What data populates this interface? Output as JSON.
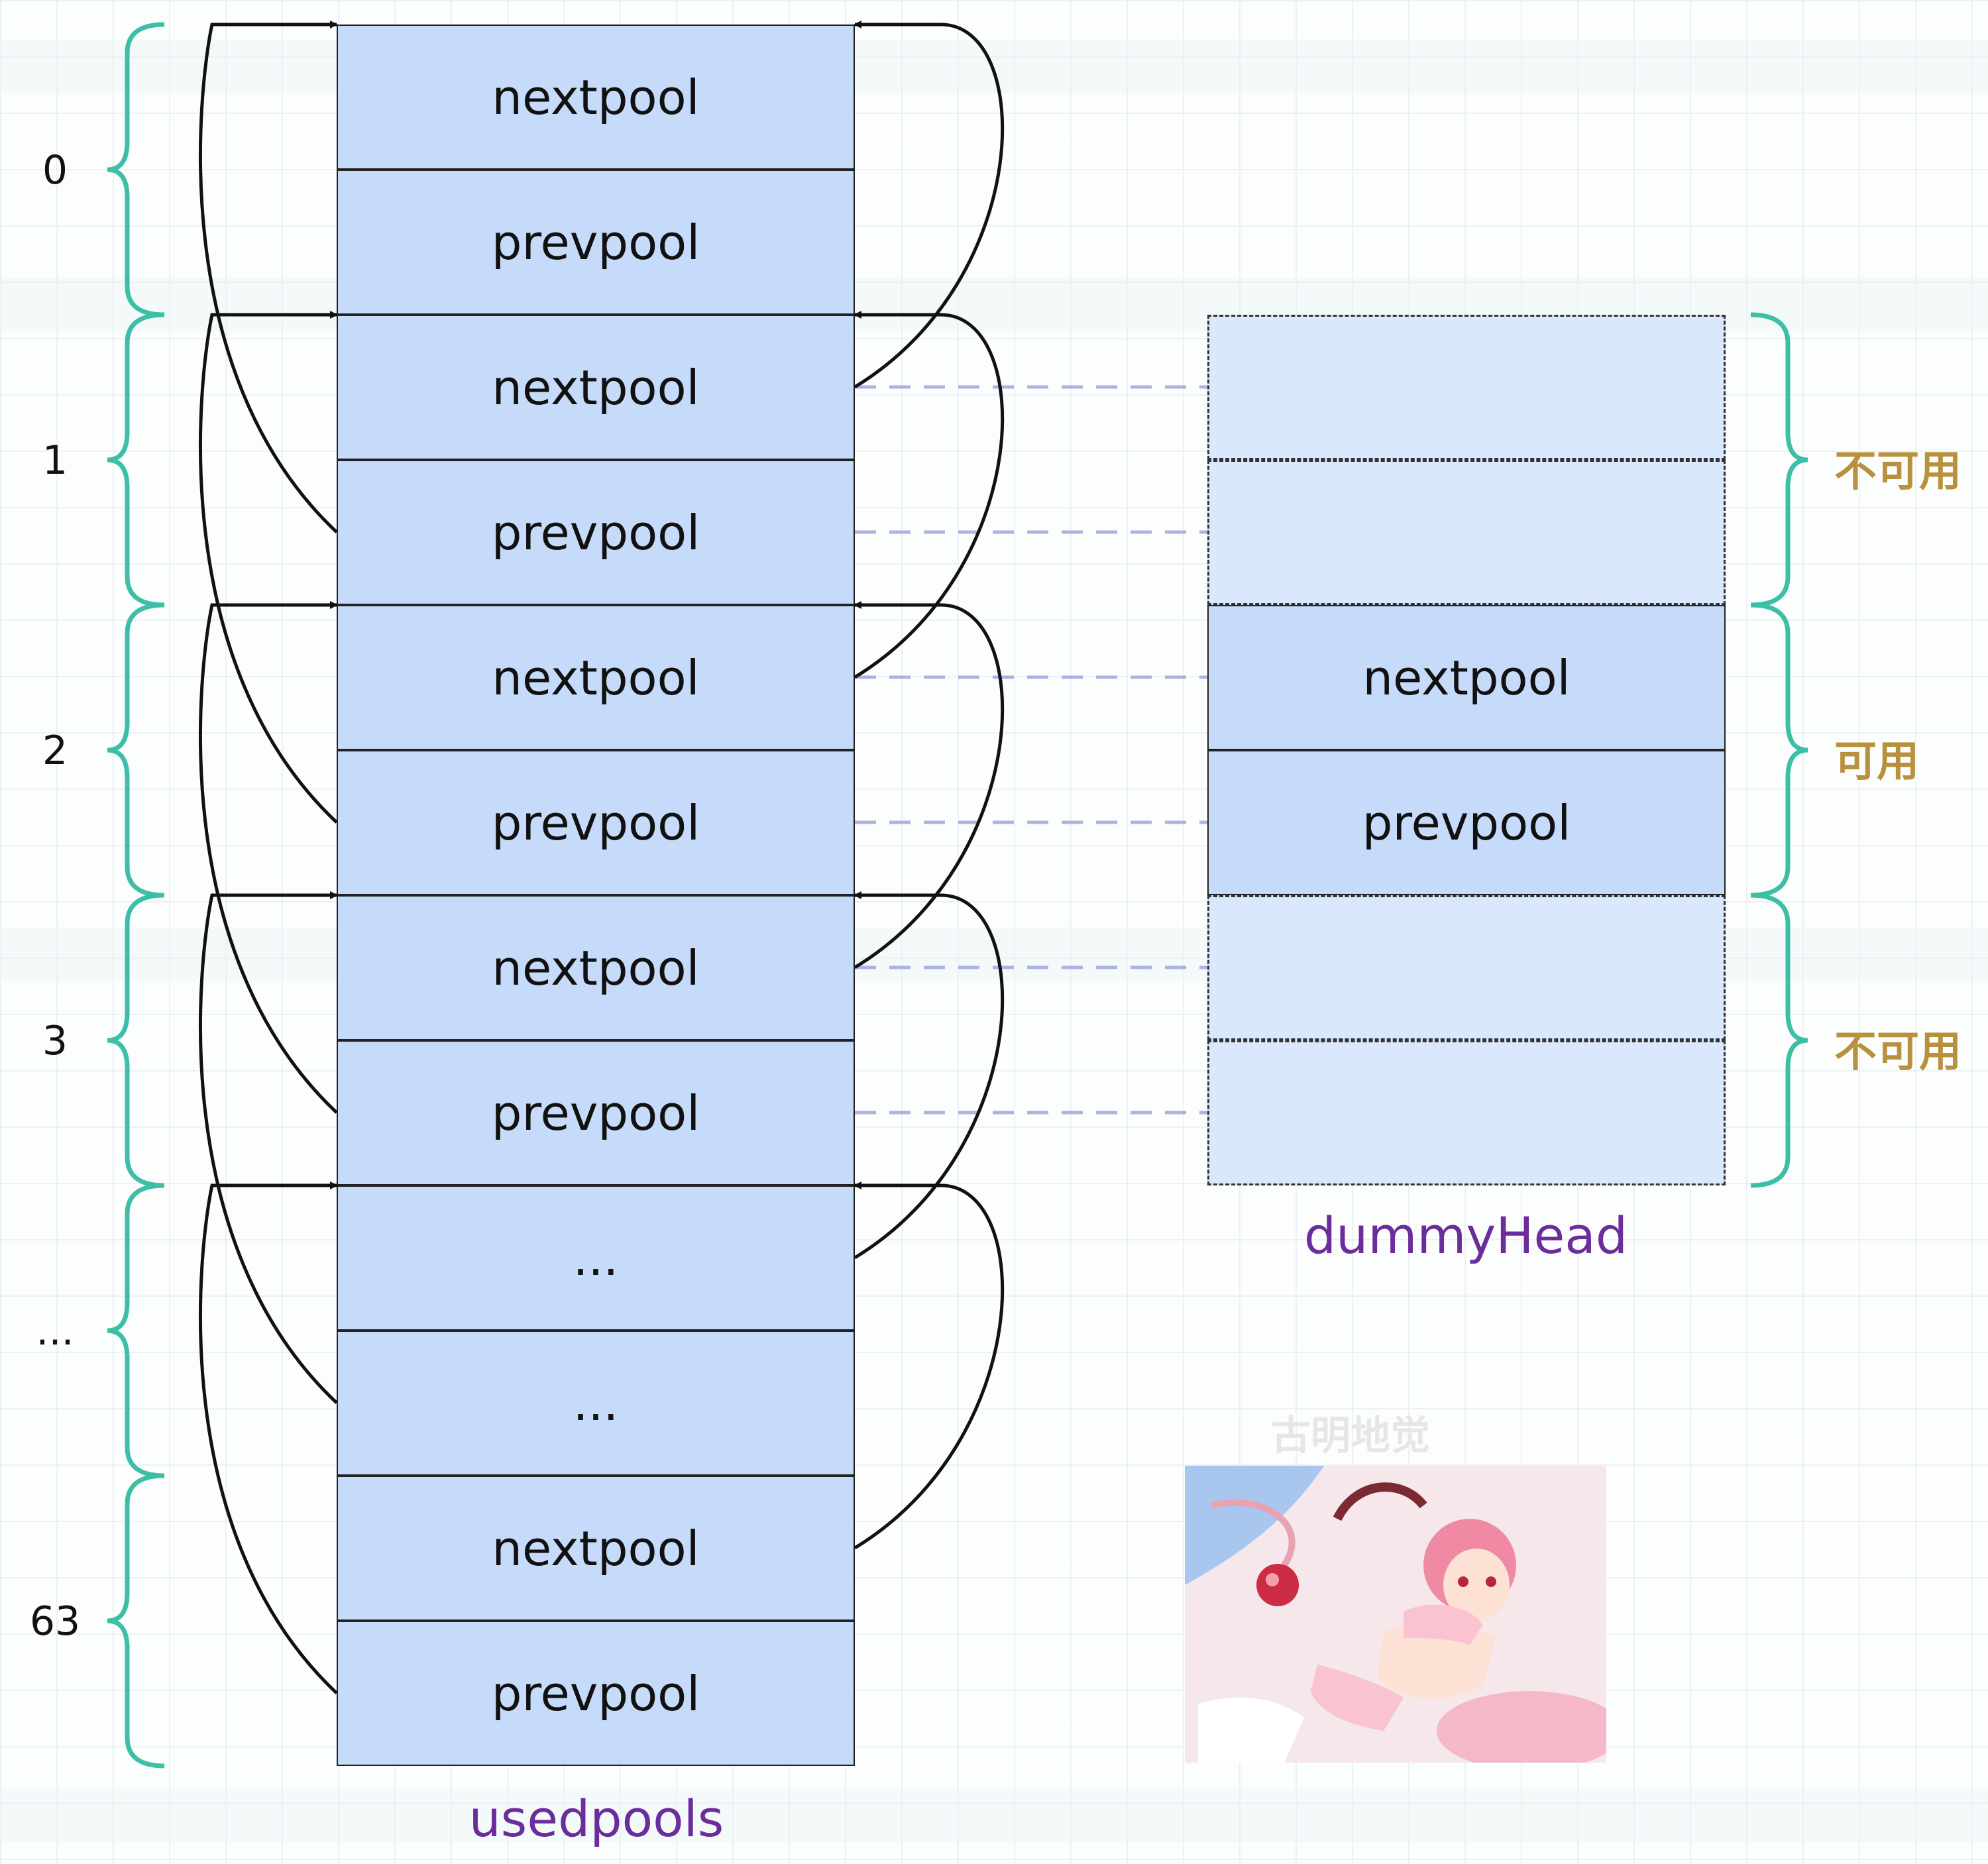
{
  "usedpools": {
    "caption": "usedpools",
    "cells": [
      "nextpool",
      "prevpool",
      "nextpool",
      "prevpool",
      "nextpool",
      "prevpool",
      "nextpool",
      "prevpool",
      "...",
      "...",
      "nextpool",
      "prevpool"
    ],
    "group_labels": [
      "0",
      "1",
      "2",
      "3",
      "...",
      "63"
    ]
  },
  "dummy": {
    "caption": "dummyHead",
    "cells": [
      "",
      "",
      "nextpool",
      "prevpool",
      "",
      ""
    ],
    "status_labels": [
      "不可用",
      "可用",
      "不可用"
    ]
  },
  "watermark": "古明地觉",
  "colors": {
    "cell_fill": "#c6dbf9",
    "dummy_unavailable_fill": "#d9e8fd",
    "brace": "#3dbfa7",
    "status_text": "#b8913d",
    "caption_text": "#6b2c9c",
    "dashed_link": "#aeb2e0"
  }
}
